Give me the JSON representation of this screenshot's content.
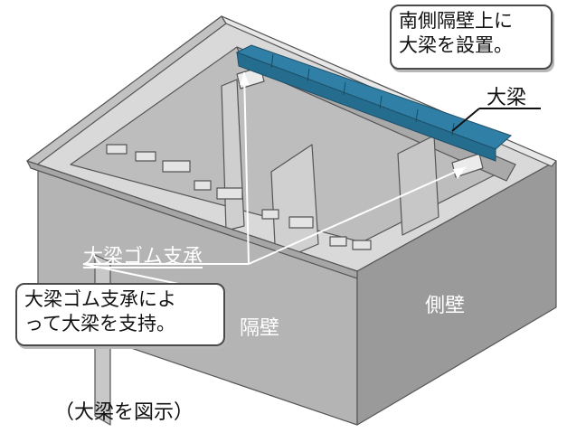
{
  "callouts": {
    "beam_on_wall": [
      "南側隔壁上に",
      "大梁を設置。"
    ],
    "bearing_support": [
      "大梁ゴム支承によ",
      "って大梁を支持。"
    ]
  },
  "labels": {
    "beam": "大梁",
    "rubber_bearing": "大梁ゴム支承",
    "partition_wall": "隔壁",
    "side_wall": "側壁",
    "caption": "（大梁を図示）"
  },
  "colors": {
    "beam": "#2f7fa6",
    "concrete_light": "#d2d2d2",
    "concrete_mid": "#b5b5b5",
    "concrete_dark": "#8f8f8f",
    "leader_line": "#ffffff"
  }
}
